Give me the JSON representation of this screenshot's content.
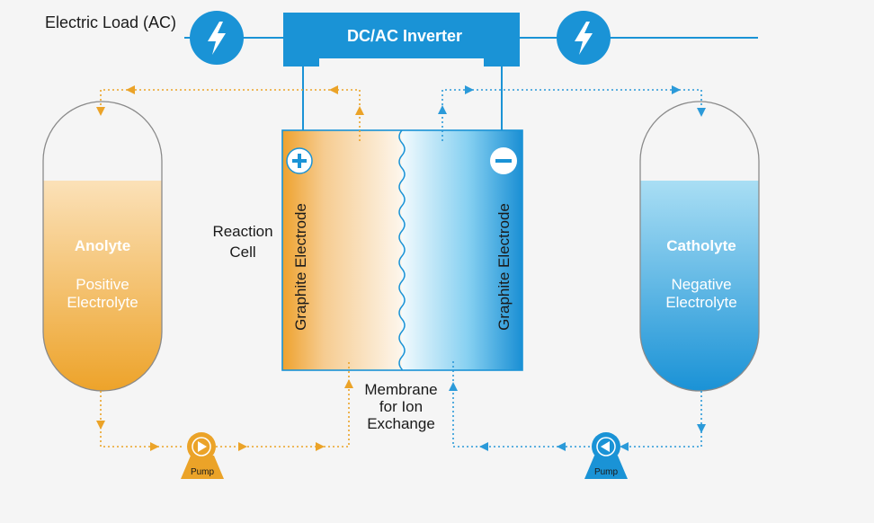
{
  "labels": {
    "electric_load": "Electric Load (AC)",
    "inverter": "DC/AC Inverter",
    "anolyte_title": "Anolyte",
    "anolyte_sub1": "Positive",
    "anolyte_sub2": "Electrolyte",
    "catholyte_title": "Catholyte",
    "catholyte_sub1": "Negative",
    "catholyte_sub2": "Electrolyte",
    "reaction_cell_1": "Reaction",
    "reaction_cell_2": "Cell",
    "electrode_left": "Graphite Electrode",
    "electrode_right": "Graphite Electrode",
    "membrane_1": "Membrane",
    "membrane_2": "for Ion",
    "membrane_3": "Exchange",
    "pump_left": "Pump",
    "pump_right": "Pump",
    "plus_sign": "+"
  },
  "icons": {
    "lightning_left": "lightning-bolt-icon",
    "lightning_right": "lightning-bolt-icon",
    "plus_terminal": "plus-icon",
    "minus_terminal": "minus-icon"
  },
  "colors": {
    "blue_brand": "#1a93d6",
    "orange": "#eba328",
    "orange_flow": "#eba328",
    "blue_flow": "#2b9ad9",
    "background": "#f5f5f5",
    "text": "#1a1a1a"
  }
}
